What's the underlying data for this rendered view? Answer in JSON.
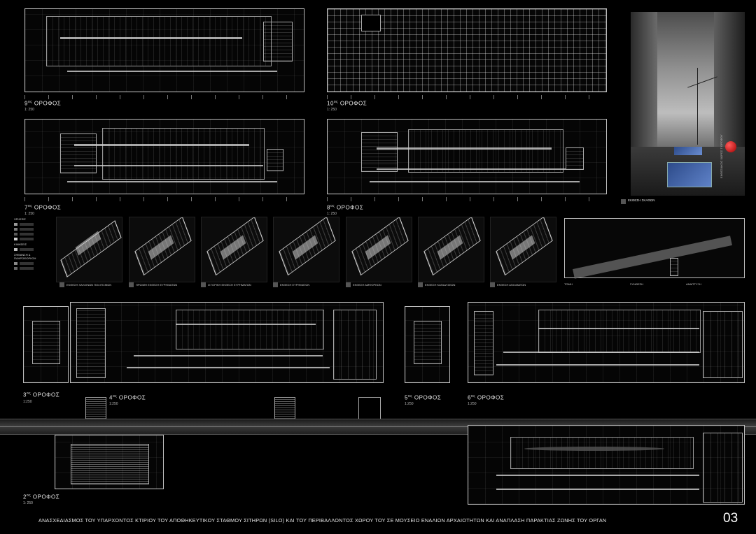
{
  "floors": {
    "f9": {
      "num": "9",
      "sup": "ος",
      "word": "ΟΡΟΦΟΣ",
      "scale": "1: 250"
    },
    "f10": {
      "num": "10",
      "sup": "ος",
      "word": "ΟΡΟΦΟΣ",
      "scale": "1: 250"
    },
    "f7": {
      "num": "7",
      "sup": "ος",
      "word": "ΟΡΟΦΟΣ",
      "scale": "1: 250"
    },
    "f8": {
      "num": "8",
      "sup": "ος",
      "word": "ΟΡΟΦΟΣ",
      "scale": "1: 250"
    },
    "f3": {
      "num": "3",
      "sup": "ος",
      "word": "ΟΡΟΦΟΣ",
      "scale": "1:250"
    },
    "f4": {
      "num": "4",
      "sup": "ος",
      "word": "ΟΡΟΦΟΣ",
      "scale": "1:250"
    },
    "f5": {
      "num": "5",
      "sup": "ος",
      "word": "ΟΡΟΦΟΣ",
      "scale": "1:250"
    },
    "f6": {
      "num": "6",
      "sup": "ος",
      "word": "ΟΡΟΦΟΣ",
      "scale": "1:250"
    },
    "f2": {
      "num": "2",
      "sup": "ος",
      "word": "ΟΡΟΦΟΣ",
      "scale": "1: 250"
    }
  },
  "render_caption": "ΕΚΘΕΣΙΑΚΟΣ ΧΩΡΟΣ 7 ΟΡΟΦΟΥ",
  "render_note_title": "ΕΚΘΕΣΗ ΣΚΑΦΩΝ",
  "legend": {
    "title1": "ΧΡΗΣΕΙΣ",
    "title2": "ΚΙΝΗΣΕΙΣ",
    "title3": "ΣΗΜΑΝΣΗ & ΠΛΗΡΟΦΟΡΗΣΗ"
  },
  "axo_panels": [
    {
      "label": "ΕΚΘΕΣΗ ΧΑΛΚΙΝΩΝ ΠΟΛΙΤΙΣΜΩΝ"
    },
    {
      "label": "ΠΡΩΙΜΗ ΕΚΘΕΣΗ ΕΥΡΗΜΑΤΩΝ"
    },
    {
      "label": "ΙΣΤΟΡΙΚΗ ΕΚΘΕΣΗ ΕΥΡΗΜΑΤΩΝ"
    },
    {
      "label": "ΕΚΘΕΣΗ ΕΥΡΗΜΑΤΩΝ"
    },
    {
      "label": "ΕΚΘΕΣΗ ΑΜΦΟΡΕΩΝ"
    },
    {
      "label": "ΕΚΘΕΣΗ ΚΑΤΑΔΥΣΕΩΝ"
    },
    {
      "label": "ΕΚΘΕΣΗ ΑΓΑΛΜΑΤΩΝ"
    },
    {
      "label": "ΤΟΜΗ"
    }
  ],
  "section_labels": {
    "s1": "ΤΟΜΗ",
    "s2": "ΣΥΝΘΕΣΗ",
    "s3": "ΑΝΑΠΤΥΞΗ"
  },
  "footer": {
    "title": "ΑΝΑΣΧΕΔΙΑΣΜΟΣ ΤΟΥ ΥΠΑΡΧΟΝΤΟΣ ΚΤΙΡΙΟΥ ΤΟΥ ΑΠΟΘΗΚΕΥΤΙΚΟΥ ΣΤΑΘΜΟΥ ΣΙΤΗΡΩΝ (SILO) ΚΑΙ ΤΟΥ ΠΕΡΙΒΑΛΛΟΝΤΟΣ ΧΩΡΟΥ ΤΟΥ ΣΕ ΜΟΥΣΕΙΟ ΕΝΑΛΙΩΝ ΑΡΧΑΙΟΤΗΤΩΝ ΚΑΙ ΑΝΑΠΛΑΣΗ ΠΑΡΑΚΤΙΑΣ ΖΩΝΗΣ ΤΟΥ ΟΡΓΑΝΙΣΜΟΥ ΛΙΜΕΝΟΣ ΠΕΙΡΑΙΩΣ ΚΑΙ ΜΕΤΑΤΡΟΠΗ ΤΗΣ ΣΕ ΕΛΕΥΘΕΡΟ ΑΝΟΙΧΤΟ ΧΩΡΟ ΥΠΑΙΘΡΙΑΣ ΨΥΧΑΓΩΓΙΑΣ",
    "page": "03"
  }
}
